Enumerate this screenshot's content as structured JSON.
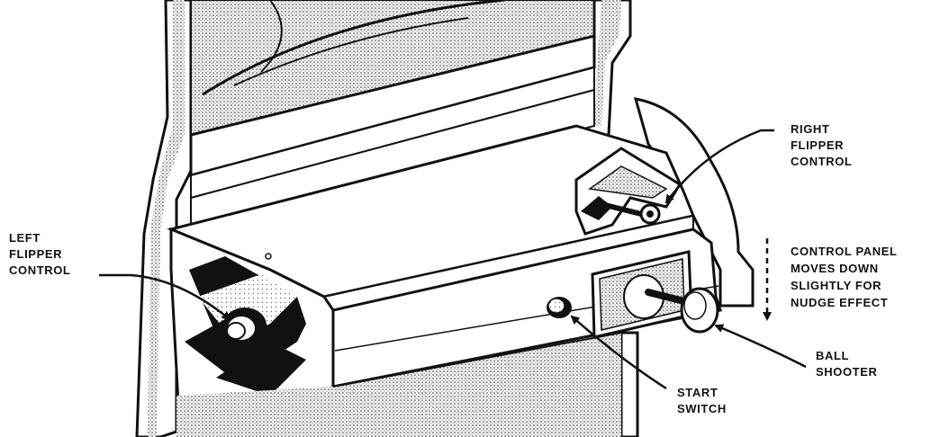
{
  "labels": {
    "left_flipper": [
      "LEFT",
      "FLIPPER",
      "CONTROL"
    ],
    "right_flipper": [
      "RIGHT",
      "FLIPPER",
      "CONTROL"
    ],
    "control_panel": [
      "CONTROL PANEL",
      "MOVES DOWN",
      "SLIGHTLY FOR",
      "NUDGE EFFECT"
    ],
    "ball_shooter": [
      "BALL",
      "SHOOTER"
    ],
    "start_switch": [
      "START",
      "SWITCH"
    ]
  }
}
